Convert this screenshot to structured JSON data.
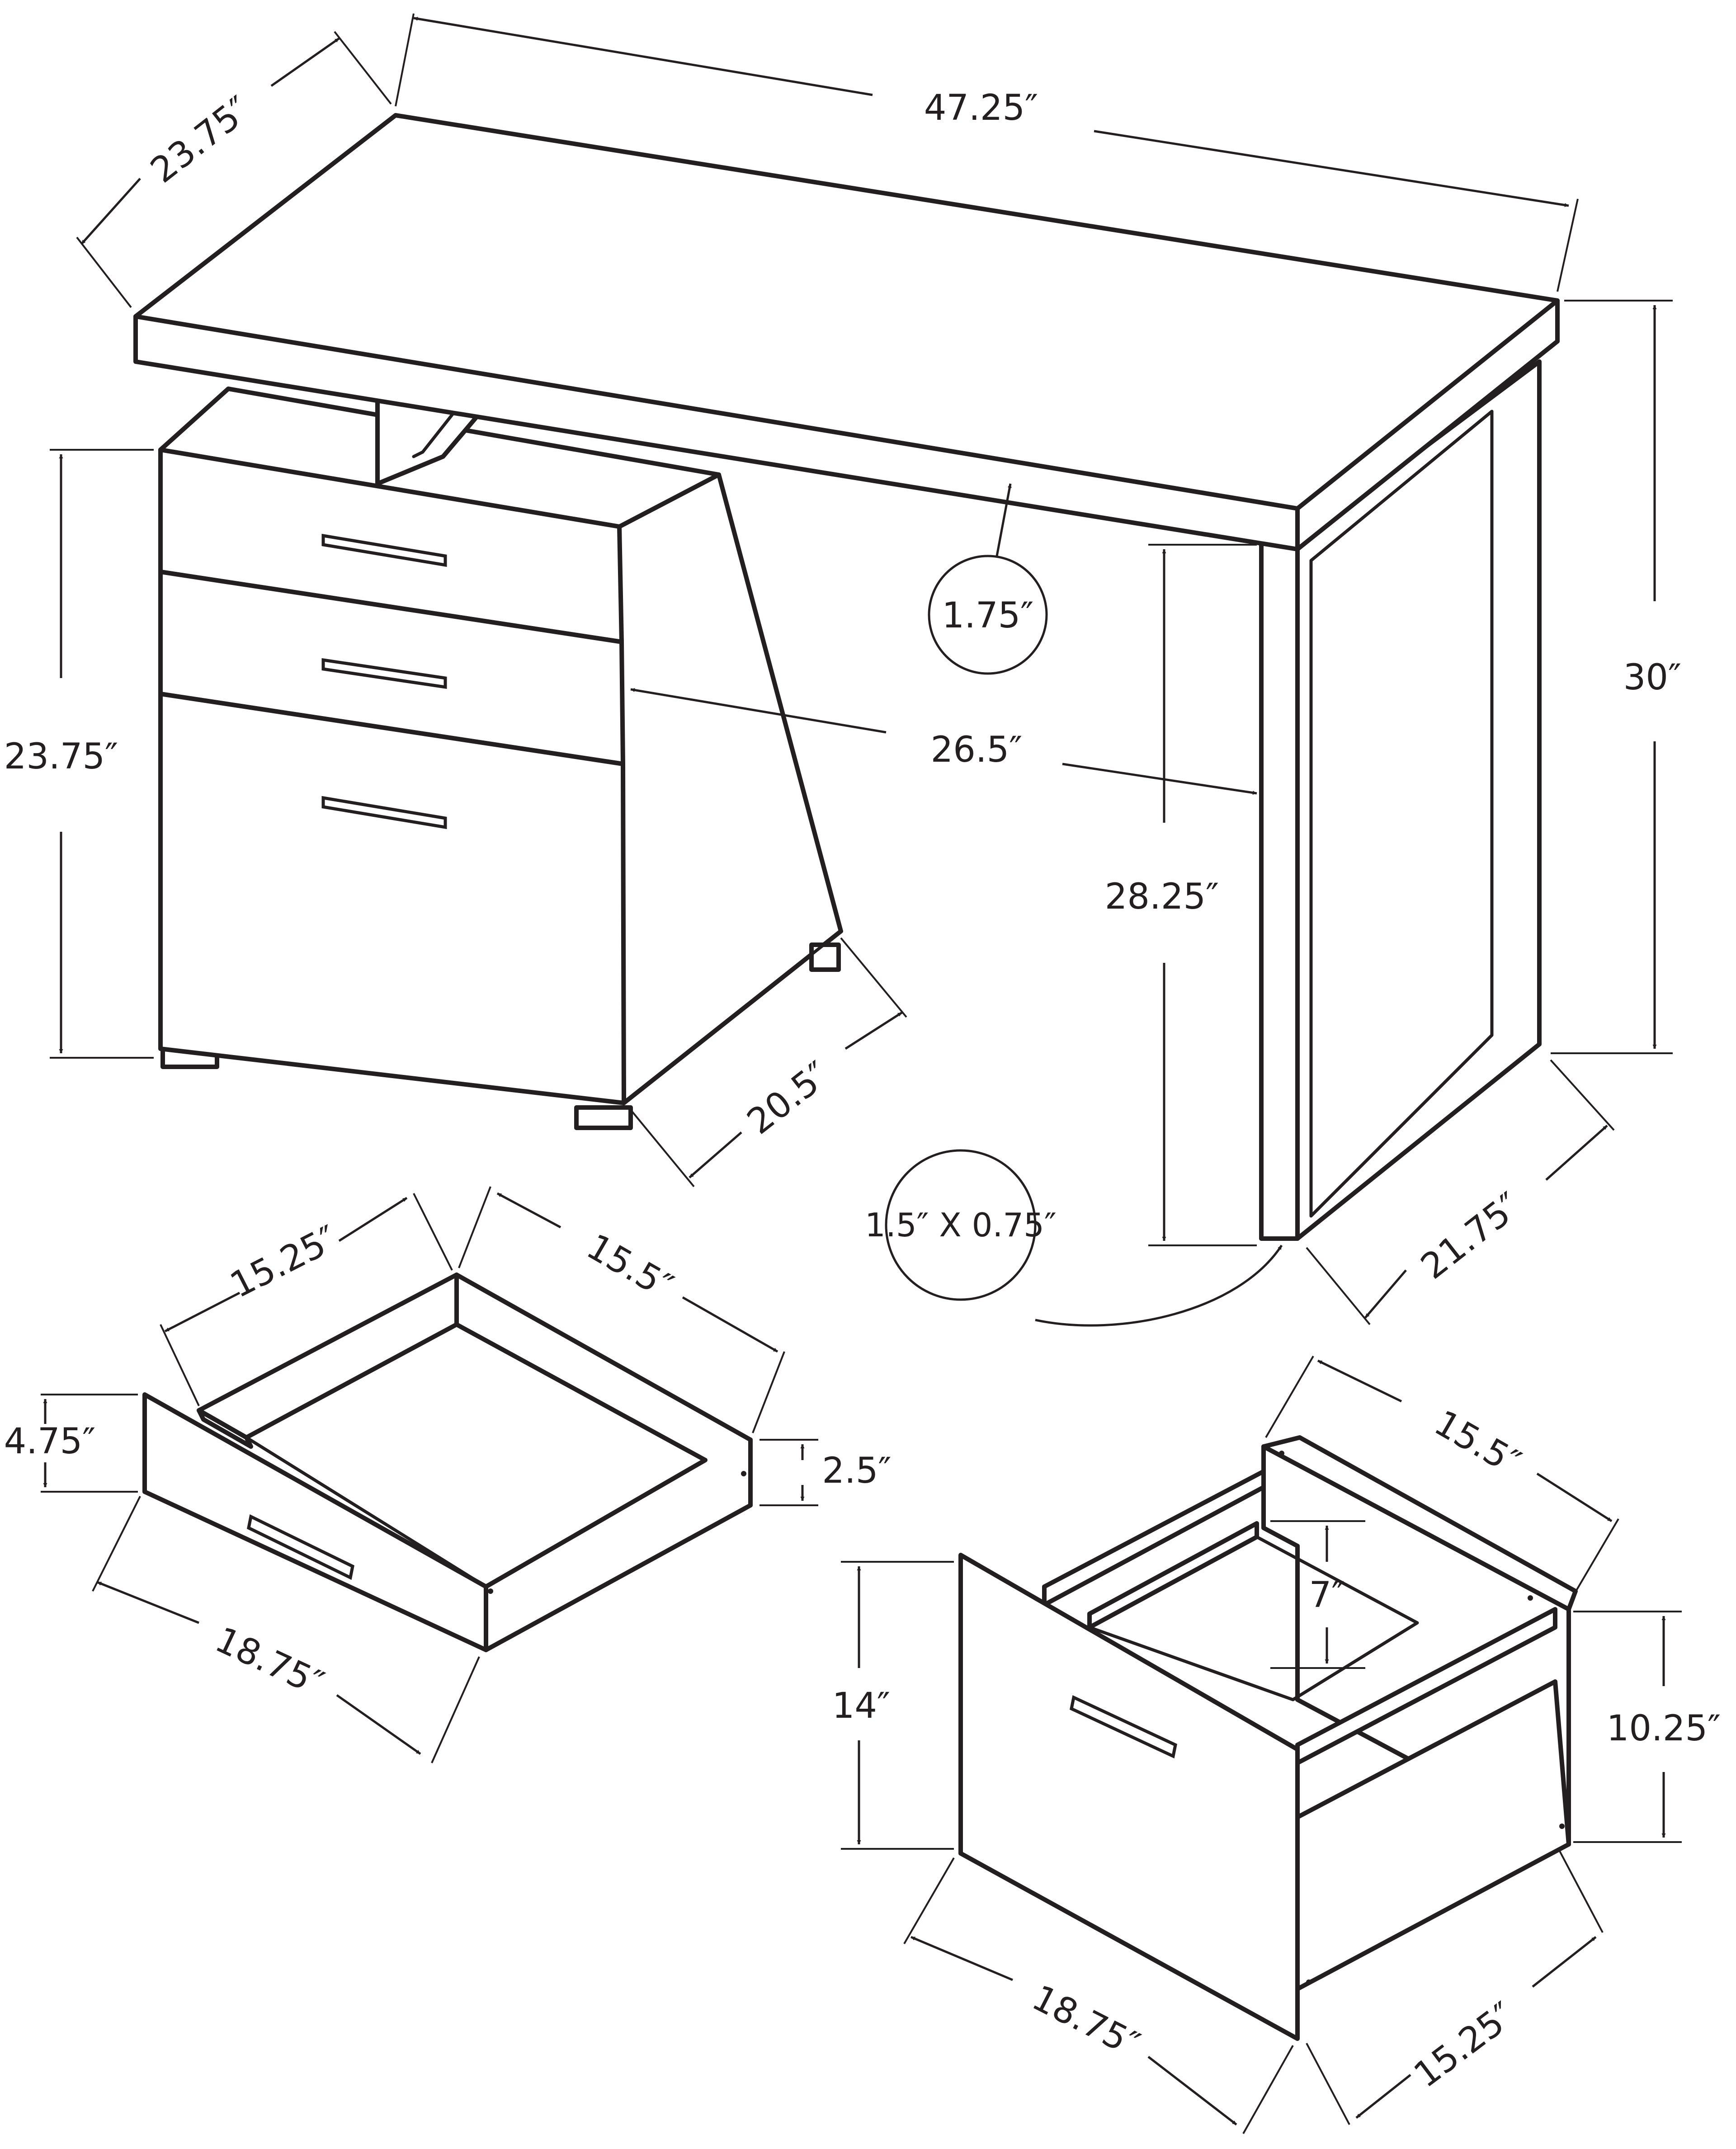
{
  "dimensions": {
    "desk_width": "47.25″",
    "desk_depth": "23.75″",
    "desk_height": "30″",
    "cabinet_height": "23.75″",
    "top_thickness": "1.75″",
    "knee_space_width": "26.5″",
    "knee_space_height": "28.25″",
    "cabinet_depth": "20.5″",
    "leg_profile": "1.5″ X 0.75″",
    "leg_depth": "21.75″",
    "small_drawer_front_width": "15.25″",
    "small_drawer_depth": "15.5″",
    "small_drawer_front_height": "4.75″",
    "small_drawer_inner_height": "2.5″",
    "small_drawer_width": "18.75″",
    "file_drawer_depth": "15.5″",
    "file_drawer_inner_height": "7″",
    "file_drawer_front_height": "14″",
    "file_drawer_side_height": "10.25″",
    "file_drawer_width": "18.75″",
    "file_drawer_inner_width": "15.25″"
  }
}
